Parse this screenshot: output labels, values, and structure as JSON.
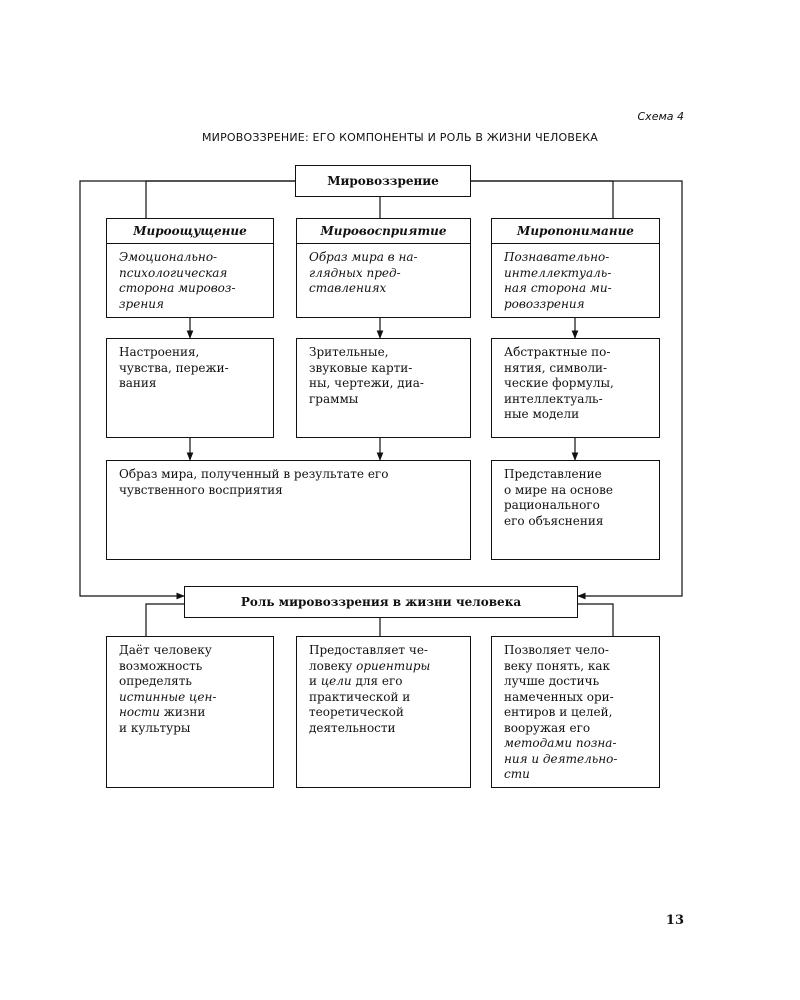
{
  "schema_label": "Схема 4",
  "title": "МИРОВОЗЗРЕНИЕ: ЕГО КОМПОНЕНТЫ И РОЛЬ В ЖИЗНИ ЧЕЛОВЕКА",
  "root": "Мировоззрение",
  "columns": [
    {
      "header": "Мироощущение",
      "description": [
        "Эмоционально-",
        "психологическая",
        "сторона мировоз-",
        "зрения"
      ],
      "forms": [
        "Настроения,",
        "чувства, пережи-",
        "вания"
      ]
    },
    {
      "header": "Мировосприятие",
      "description": [
        "Образ мира в на-",
        "глядных пред-",
        "ставлениях"
      ],
      "forms": [
        "Зрительные,",
        "звуковые карти-",
        "ны, чертежи, диа-",
        "граммы"
      ]
    },
    {
      "header": "Миропонимание",
      "description": [
        "Познавательно-",
        "интеллектуаль-",
        "ная сторона ми-",
        "ровоззрения"
      ],
      "forms": [
        "Абстрактные по-",
        "нятия, символи-",
        "ческие формулы,",
        "интеллектуаль-",
        "ные модели"
      ]
    }
  ],
  "result_sensory": [
    "Образ мира, полученный в результате его",
    "чувственного восприятия"
  ],
  "result_rational": [
    "Представление",
    "о мире на основе",
    "рационального",
    "его объяснения"
  ],
  "role": "Роль мировоззрения в жизни человека",
  "roles": [
    {
      "lines": [
        [
          {
            "t": "Даёт человеку"
          }
        ],
        [
          {
            "t": "возможность"
          }
        ],
        [
          {
            "t": "определять"
          }
        ],
        [
          {
            "t": "истинные цен-",
            "i": true
          }
        ],
        [
          {
            "t": "ности",
            "i": true
          },
          {
            "t": " жизни"
          }
        ],
        [
          {
            "t": "и культуры"
          }
        ]
      ]
    },
    {
      "lines": [
        [
          {
            "t": "Предоставляет че-"
          }
        ],
        [
          {
            "t": "ловеку "
          },
          {
            "t": "ориентиры",
            "i": true
          }
        ],
        [
          {
            "t": "и "
          },
          {
            "t": "цели",
            "i": true
          },
          {
            "t": " для его"
          }
        ],
        [
          {
            "t": "практической и"
          }
        ],
        [
          {
            "t": "теоретической"
          }
        ],
        [
          {
            "t": "деятельности"
          }
        ]
      ]
    },
    {
      "lines": [
        [
          {
            "t": "Позволяет чело-"
          }
        ],
        [
          {
            "t": "веку понять, как"
          }
        ],
        [
          {
            "t": "лучше достичь"
          }
        ],
        [
          {
            "t": "намеченных ори-"
          }
        ],
        [
          {
            "t": "ентиров и целей,"
          }
        ],
        [
          {
            "t": "вооружая его"
          }
        ],
        [
          {
            "t": "методами позна-",
            "i": true
          }
        ],
        [
          {
            "t": "ния и деятельно-",
            "i": true
          }
        ],
        [
          {
            "t": "сти",
            "i": true
          }
        ]
      ]
    }
  ],
  "page_number": "13"
}
